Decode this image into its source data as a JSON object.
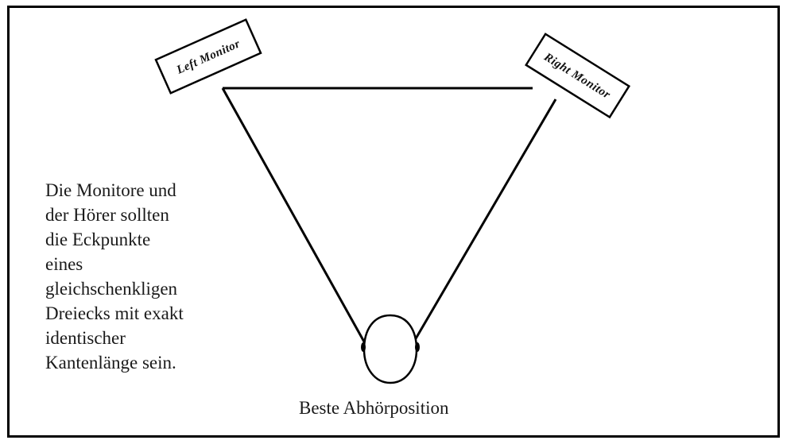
{
  "diagram": {
    "caption_lines": [
      "Die Monitore und",
      "der Hörer sollten",
      "die Eckpunkte",
      "eines",
      "gleichschenkligen",
      "Dreiecks mit exakt",
      "identischer",
      "Kantenlänge sein."
    ],
    "listener_label": "Beste Abhörposition",
    "left_monitor_label": "Left Monitor",
    "right_monitor_label": "Right Monitor",
    "line_color": "#000000"
  }
}
